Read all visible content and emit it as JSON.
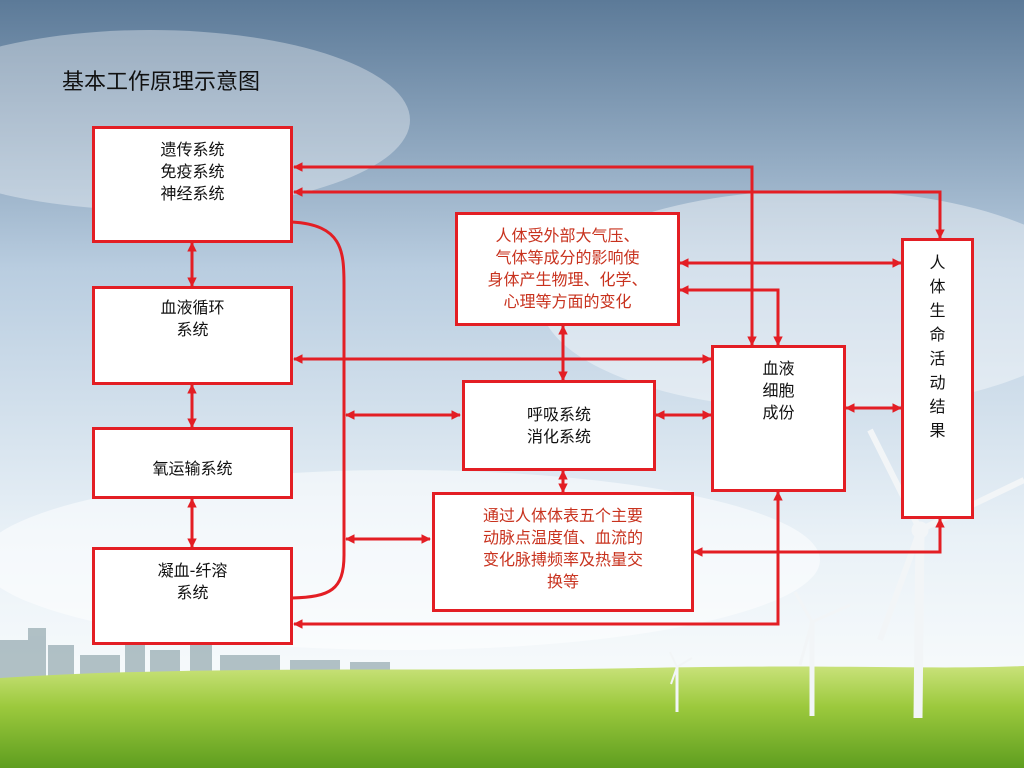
{
  "slide_title": "基本工作原理示意图",
  "nodes": {
    "genetic_immune_nervous": "遗传系统\n免疫系统\n神经系统",
    "blood_circulation": "血液循环\n系统",
    "oxygen_transport": "氧运输系统",
    "coagulation_fibrinolysis": "凝血-纤溶\n系统",
    "external_influences": "人体受外部大气压、\n气体等成分的影响使\n身体产生物理、化学、\n心理等方面的变化",
    "respiration_digestion": "呼吸系统\n消化系统",
    "surface_measurements": "通过人体体表五个主要\n动脉点温度值、血流的\n变化脉搏频率及热量交\n换等",
    "blood_cell_components": "血液\n细胞\n成份",
    "life_activity_results": "人\n体\n生\n命\n活\n动\n结\n果"
  },
  "colors": {
    "border": "#e31e24",
    "arrow": "#e31e24",
    "highlight_text": "#c8321e"
  }
}
